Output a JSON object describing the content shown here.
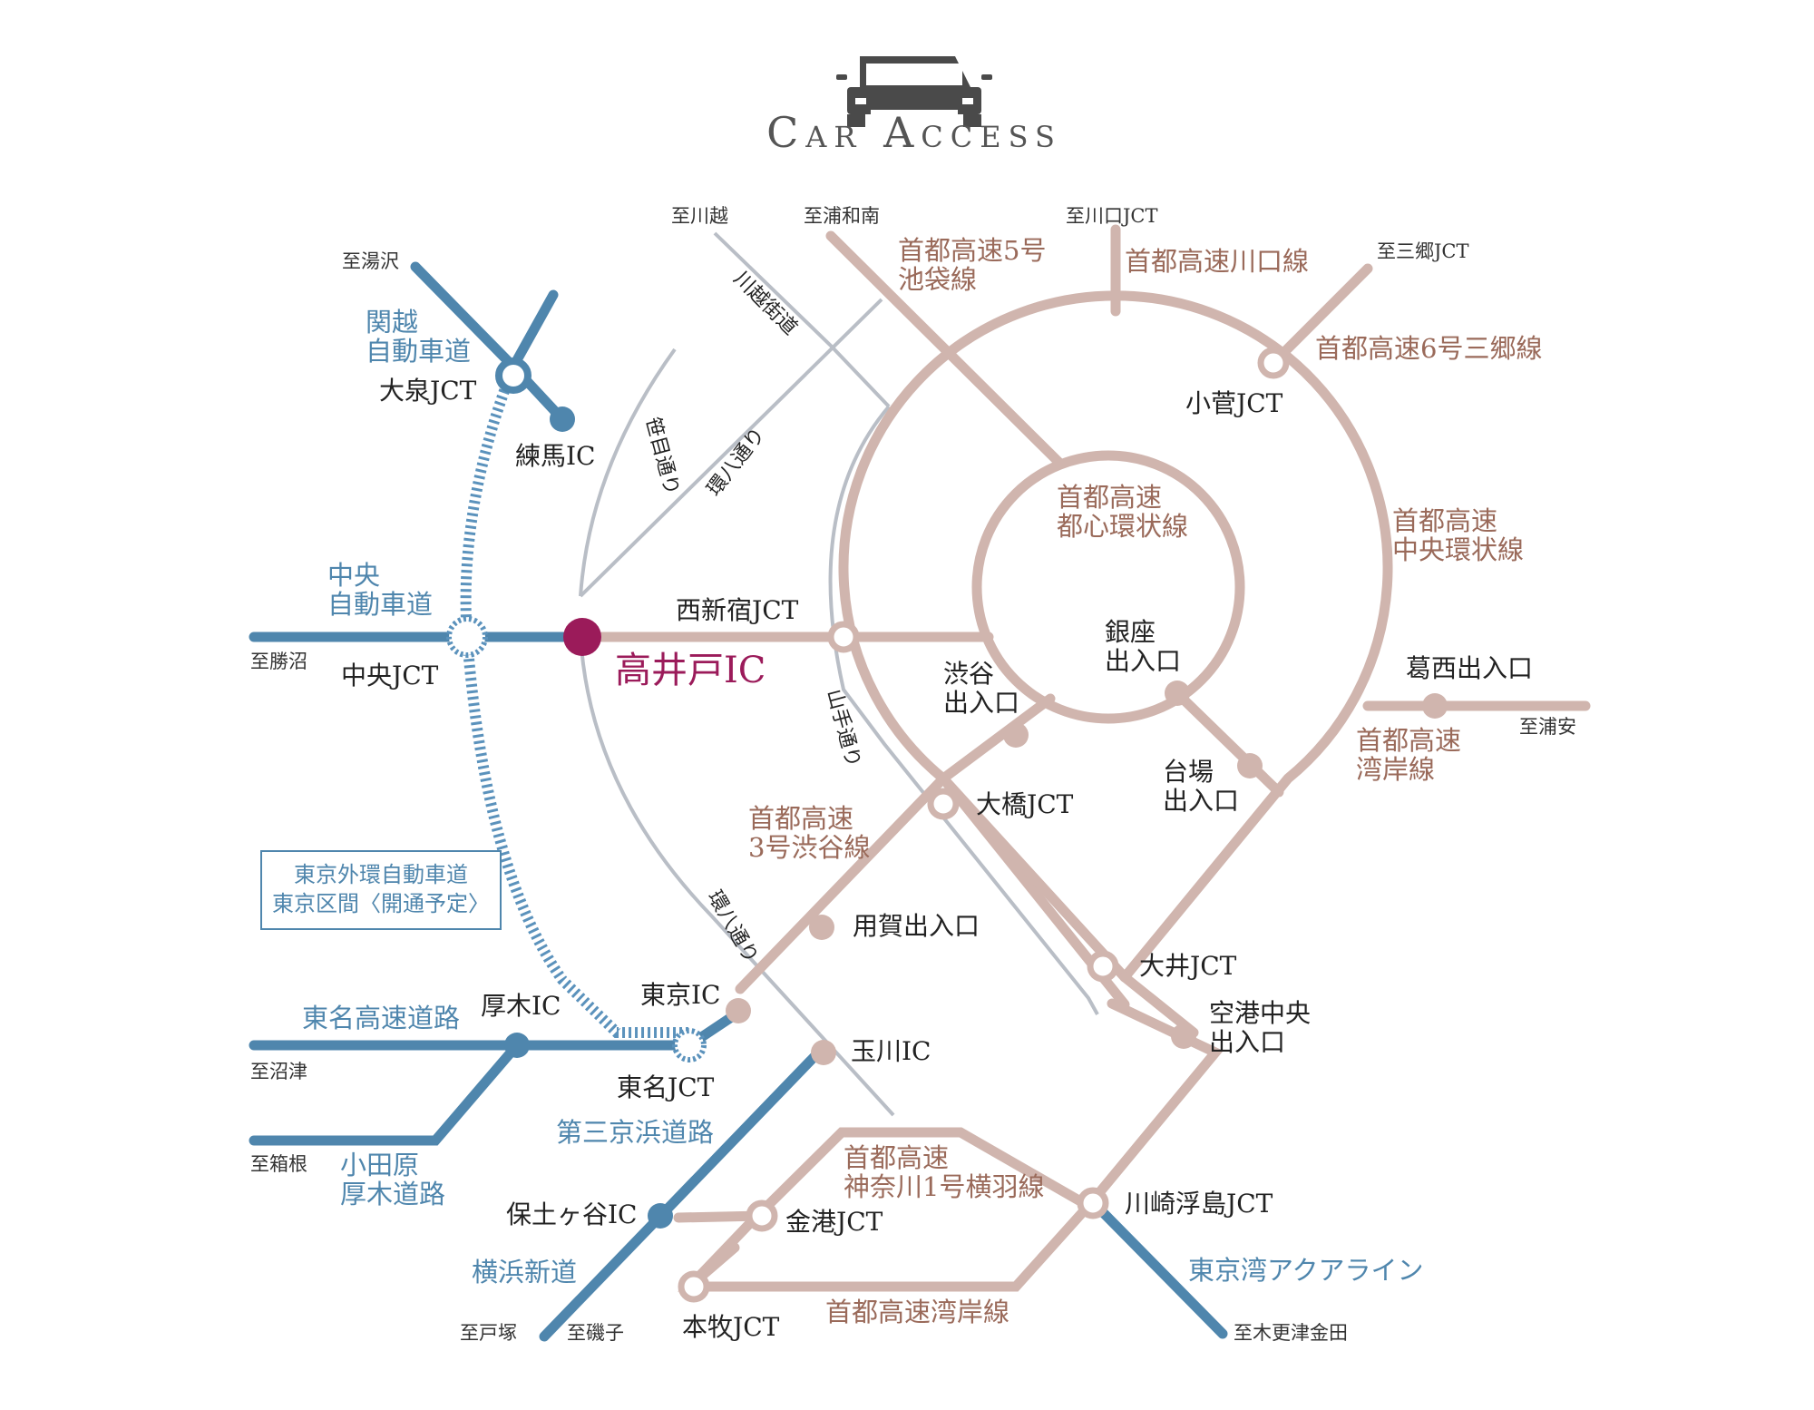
{
  "title": "Car Access",
  "icons": {
    "header": "car-icon"
  },
  "colors": {
    "shutoko": "#d0b5ae",
    "expressway": "#4f86ad",
    "planned": "#5b92bc",
    "street": "#b9bec6",
    "station": "#9b1b5a",
    "shutoko_text": "#9a6a5a",
    "expressway_text": "#4f86ad"
  },
  "station": {
    "name": "高井戸IC"
  },
  "destinations": {
    "kawagoe": "至川越",
    "urawaminami": "至浦和南",
    "kawaguchi_jct": "至川口JCT",
    "misato_jct": "至三郷JCT",
    "yuzawa": "至湯沢",
    "katsunuma": "至勝沼",
    "urayasu": "至浦安",
    "numazu": "至沼津",
    "hakone": "至箱根",
    "totsuka": "至戸塚",
    "isogo": "至磯子",
    "kisarazu": "至木更津金田"
  },
  "routes": {
    "ikebukuro": [
      "首都高速5号",
      "池袋線"
    ],
    "kawaguchi": "首都高速川口線",
    "misato": "首都高速6号三郷線",
    "inner_loop": [
      "首都高速",
      "都心環状線"
    ],
    "central_loop": [
      "首都高速",
      "中央環状線"
    ],
    "bayshore_upper": [
      "首都高速",
      "湾岸線"
    ],
    "shibuya": [
      "首都高速",
      "3号渋谷線"
    ],
    "yokohane": [
      "首都高速",
      "神奈川1号横羽線"
    ],
    "bayshore_lower": "首都高速湾岸線",
    "kanetsu": [
      "関越",
      "自動車道"
    ],
    "chuo": [
      "中央",
      "自動車道"
    ],
    "tomei": "東名高速道路",
    "odawara_atsugi": [
      "小田原",
      "厚木道路"
    ],
    "daisan_keihin": "第三京浜道路",
    "yokohama_shindo": "横浜新道",
    "aqualine": "東京湾アクアライン"
  },
  "streets": {
    "kawagoe_kaido": "川越街道",
    "kannana": "環八通り",
    "sasahata": "笹目通り",
    "yamate": "山手通り",
    "kannana_south": "環八通り"
  },
  "nodes": {
    "oizumi_jct": "大泉JCT",
    "nerima_ic": "練馬IC",
    "kosuge_jct": "小菅JCT",
    "nishishinjuku_jct": "西新宿JCT",
    "chuo_jct": "中央JCT",
    "ginza": [
      "銀座",
      "出入口"
    ],
    "shibuya_exit": [
      "渋谷",
      "出入口"
    ],
    "kasai": "葛西出入口",
    "daiba": [
      "台場",
      "出入口"
    ],
    "ohashi_jct": "大橋JCT",
    "yoga": "用賀出入口",
    "oi_jct": "大井JCT",
    "kuko_chuo": [
      "空港中央",
      "出入口"
    ],
    "tokyo_ic": "東京IC",
    "atsugi_ic": "厚木IC",
    "tomei_jct": "東名JCT",
    "tamagawa_ic": "玉川IC",
    "kawasaki_ukishima_jct": "川崎浮島JCT",
    "hodogaya_ic": "保土ヶ谷IC",
    "kanko_jct": "金港JCT",
    "honmoku_jct": "本牧JCT"
  },
  "planned_note": [
    "東京外環自動車道",
    "東京区間〈開通予定〉"
  ]
}
